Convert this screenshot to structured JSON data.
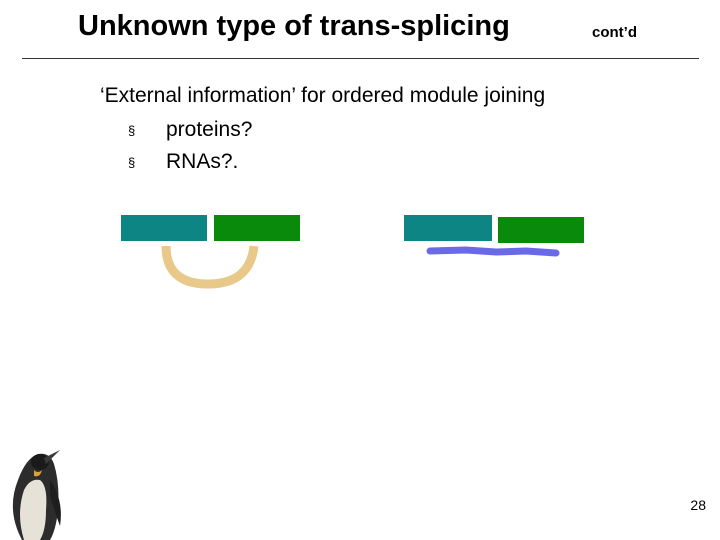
{
  "slide": {
    "title": "Unknown type of trans-splicing",
    "subtitle": "cont’d",
    "intro": "‘External information’ for ordered module joining",
    "bullets": [
      {
        "marker": "§",
        "text": "proteins?"
      },
      {
        "marker": "§",
        "text": "RNAs?."
      }
    ],
    "page_number": "28"
  },
  "colors": {
    "module_teal": "#0e8585",
    "module_green": "#0a8a0a",
    "protein_arc": "#e8c98a",
    "rna_strand": "#6a6ae8"
  },
  "icons": [
    "penguin-image"
  ]
}
